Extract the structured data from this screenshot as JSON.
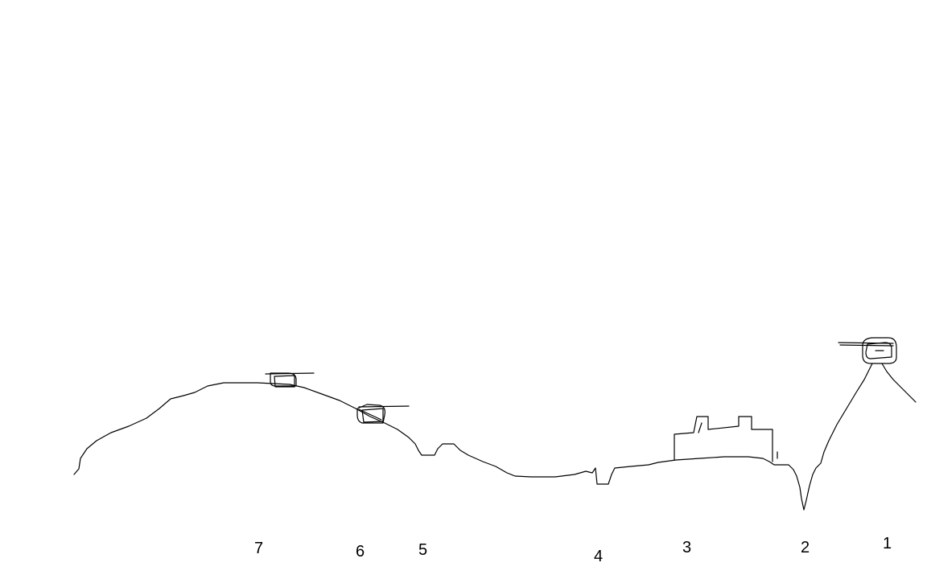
{
  "colors": {
    "background": "#ffffff",
    "ink": "#000000"
  },
  "labels": [
    "7",
    "6",
    "5",
    "4",
    "3",
    "2",
    "1"
  ]
}
